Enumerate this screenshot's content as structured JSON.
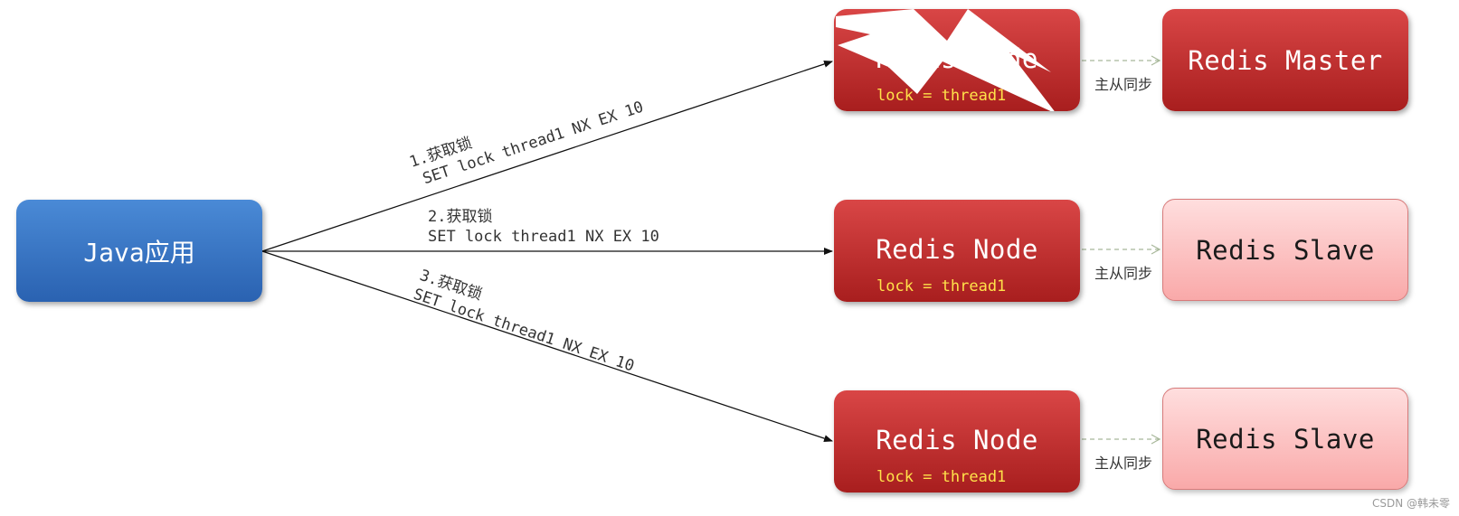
{
  "nodes": {
    "java": {
      "label": "Java应用"
    },
    "redis_nodes": [
      {
        "label": "Redis Node",
        "lock": "lock = thread1"
      },
      {
        "label": "Redis Node",
        "lock": "lock = thread1"
      },
      {
        "label": "Redis Node",
        "lock": "lock = thread1"
      }
    ],
    "master": {
      "label": "Redis Master"
    },
    "slaves": [
      {
        "label": "Redis Slave"
      },
      {
        "label": "Redis Slave"
      }
    ]
  },
  "edges": [
    {
      "step": "1.获取锁",
      "command": "SET lock thread1 NX EX 10"
    },
    {
      "step": "2.获取锁",
      "command": "SET lock thread1 NX EX 10"
    },
    {
      "step": "3.获取锁",
      "command": "SET lock thread1 NX EX 10"
    }
  ],
  "sync_labels": [
    "主从同步",
    "主从同步",
    "主从同步"
  ],
  "watermark": "CSDN @韩未零",
  "colors": {
    "java_blue": "#2f6db8",
    "redis_red": "#c0302f",
    "slave_pink": "#fbc3c3",
    "lock_yellow": "#ffe24a",
    "sync_arrow": "#a8b89a"
  },
  "icons": {
    "failure": "lightning-bolt-icon"
  }
}
